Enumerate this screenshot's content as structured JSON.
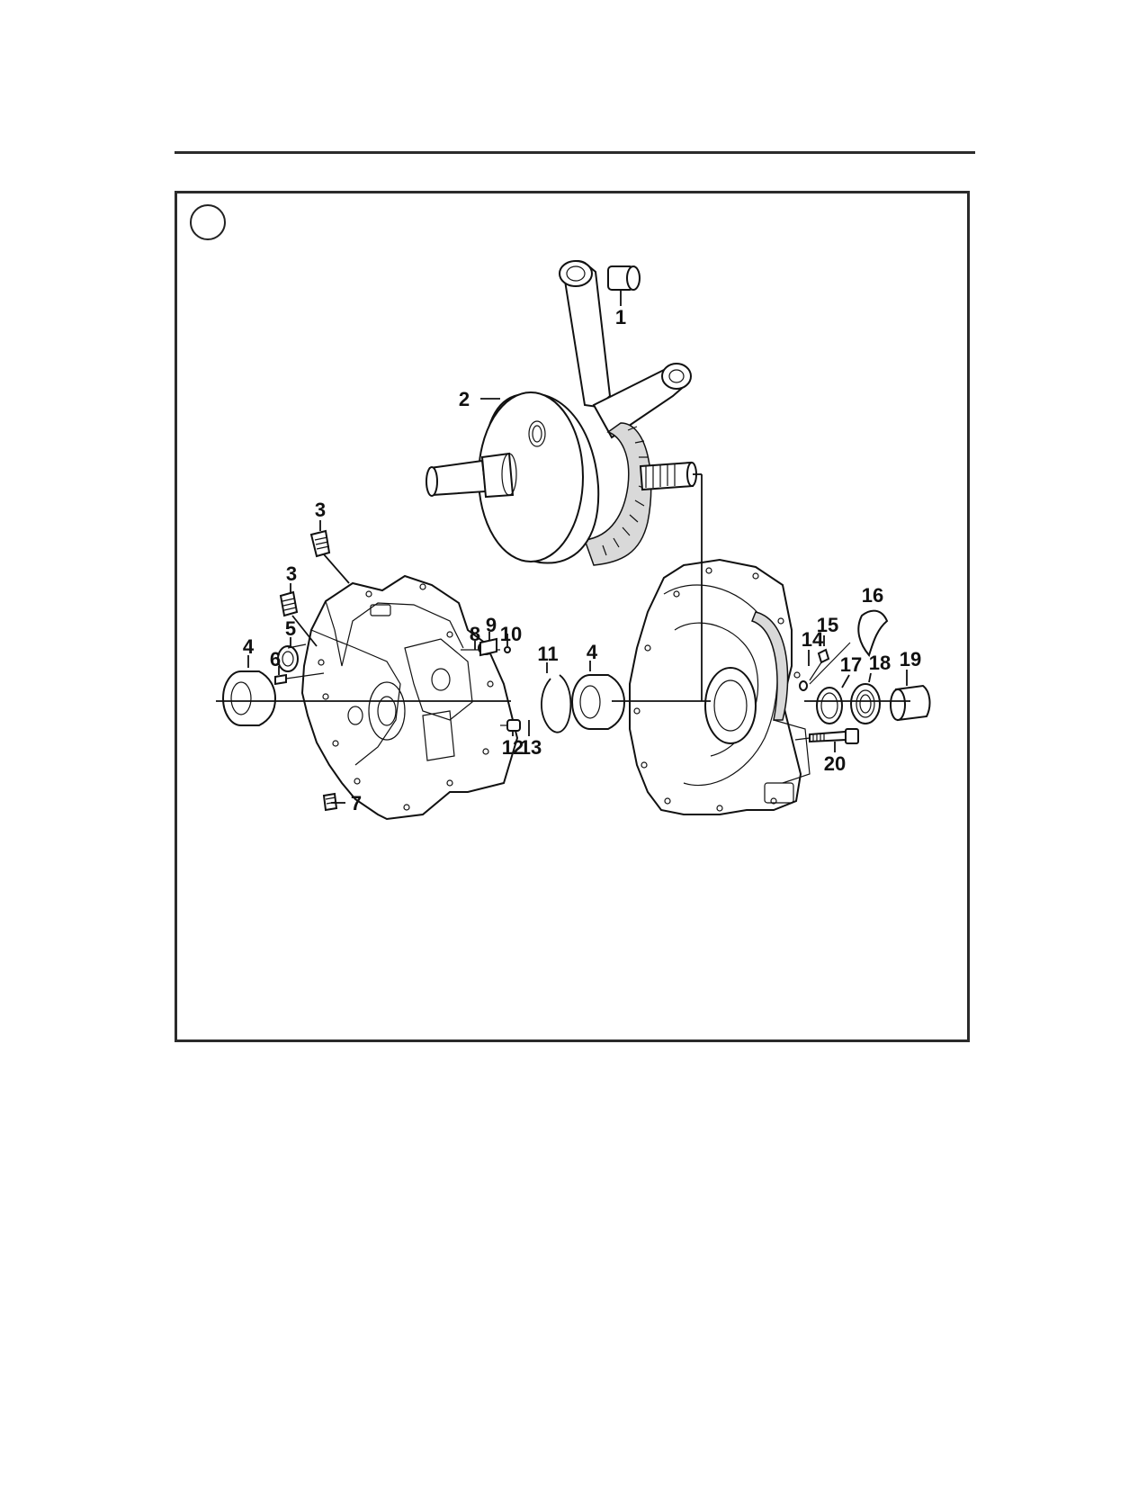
{
  "figure": {
    "marker": "",
    "callouts": [
      {
        "id": "c1",
        "label": "1"
      },
      {
        "id": "c2",
        "label": "2"
      },
      {
        "id": "c3a",
        "label": "3"
      },
      {
        "id": "c3b",
        "label": "3"
      },
      {
        "id": "c4a",
        "label": "4"
      },
      {
        "id": "c5",
        "label": "5"
      },
      {
        "id": "c6",
        "label": "6"
      },
      {
        "id": "c7",
        "label": "7"
      },
      {
        "id": "c8",
        "label": "8"
      },
      {
        "id": "c9",
        "label": "9"
      },
      {
        "id": "c10",
        "label": "10"
      },
      {
        "id": "c11",
        "label": "11"
      },
      {
        "id": "c4b",
        "label": "4"
      },
      {
        "id": "c12",
        "label": "12"
      },
      {
        "id": "c13",
        "label": "13"
      },
      {
        "id": "c14",
        "label": "14"
      },
      {
        "id": "c15",
        "label": "15"
      },
      {
        "id": "c16",
        "label": "16"
      },
      {
        "id": "c17",
        "label": "17"
      },
      {
        "id": "c18",
        "label": "18"
      },
      {
        "id": "c19",
        "label": "19"
      },
      {
        "id": "c20",
        "label": "20"
      }
    ]
  }
}
